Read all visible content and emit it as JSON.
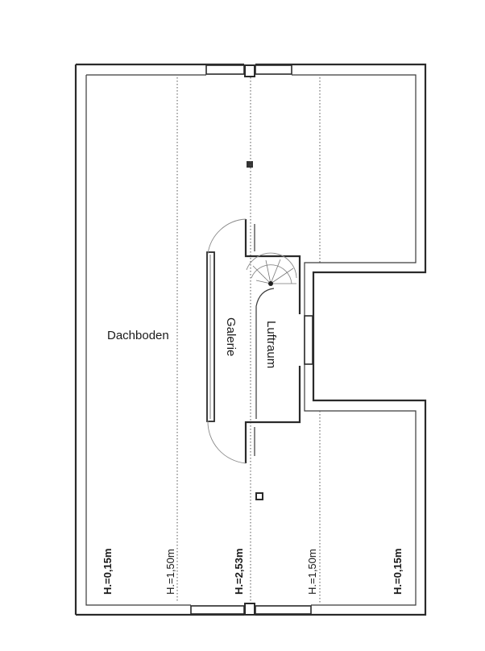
{
  "rooms": {
    "dachboden": "Dachboden",
    "galerie": "Galerie",
    "luftraum": "Luftraum"
  },
  "heights": {
    "left_outer": "H.=0,15m",
    "left_inner": "H.=1,50m",
    "center": "H.=2,53m",
    "right_inner": "H.=1,50m",
    "right_outer": "H.=0,15m"
  }
}
